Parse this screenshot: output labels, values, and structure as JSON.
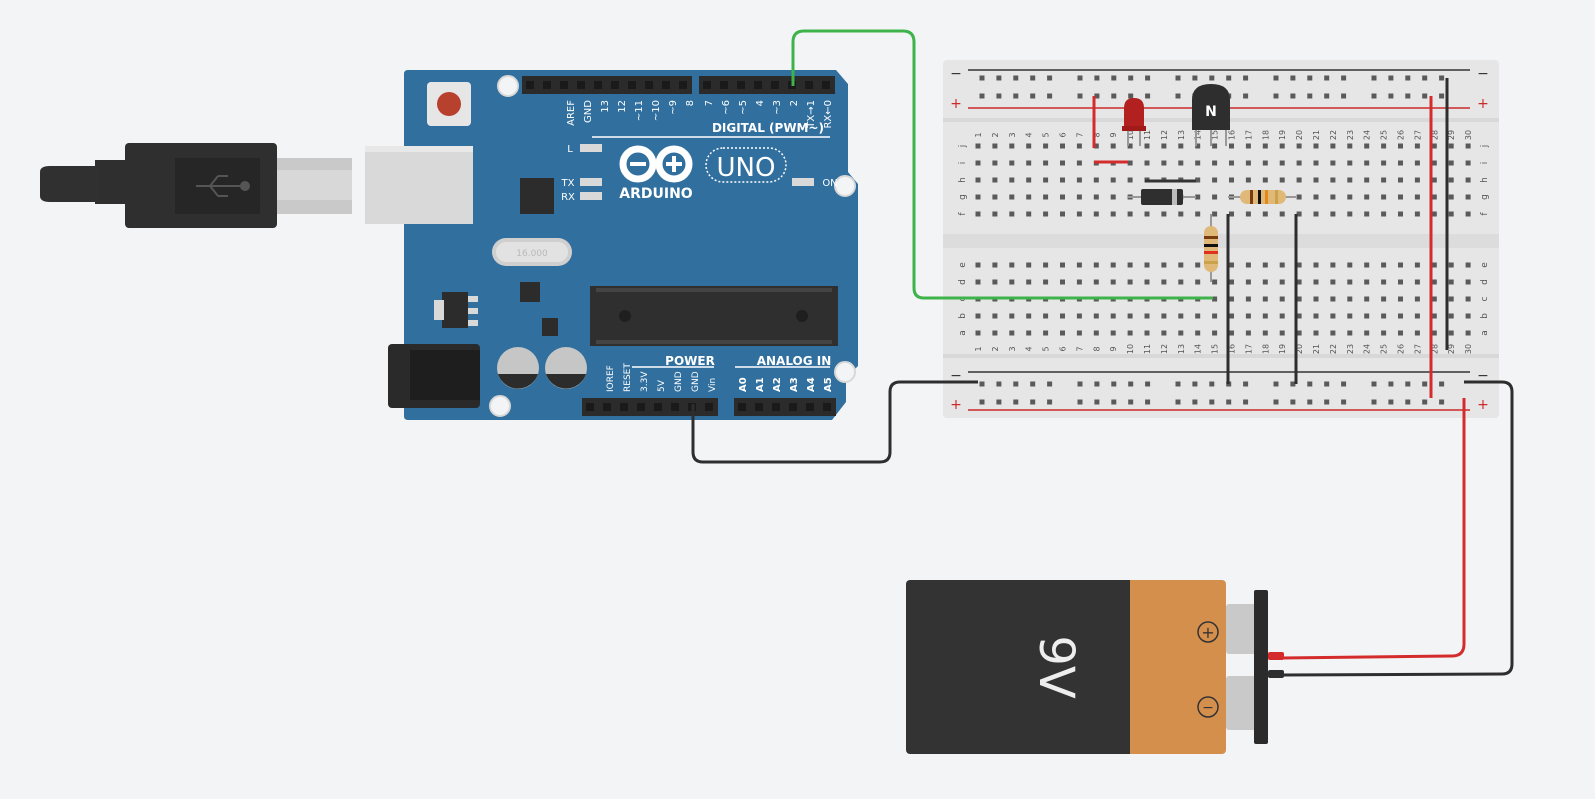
{
  "colors": {
    "background": "#f3f4f6",
    "board_blue": "#306f9e",
    "header_black": "#2b2b2b",
    "wire_green": "#3db34a",
    "wire_red": "#d42c2c",
    "wire_black": "#2e2e2e",
    "breadboard": "#e5e5e5",
    "battery_body": "#333333",
    "battery_cap": "#d58f4d",
    "led_red": "#b32020"
  },
  "arduino": {
    "digital_pins": [
      "AREF",
      "GND",
      "13",
      "12",
      "~11",
      "~10",
      "~9",
      "8",
      "7",
      "~6",
      "~5",
      "4",
      "~3",
      "2",
      "TX→1",
      "RX←0"
    ],
    "digital_label": "DIGITAL (PWM~)",
    "brand": "ARDUINO",
    "model": "UNO",
    "led_l": "L",
    "led_tx": "TX",
    "led_rx": "RX",
    "led_on": "ON",
    "crystal": "16.000",
    "power_label": "POWER",
    "analog_label": "ANALOG IN",
    "power_pins": [
      "IOREF",
      "RESET",
      "3.3V",
      "5V",
      "GND",
      "GND",
      "Vin"
    ],
    "analog_pins": [
      "A0",
      "A1",
      "A2",
      "A3",
      "A4",
      "A5"
    ],
    "usb_icon": "usb-icon"
  },
  "breadboard": {
    "rail_minus": "−",
    "rail_plus": "+",
    "rows_top": [
      "j",
      "i",
      "h",
      "g",
      "f"
    ],
    "rows_bottom": [
      "e",
      "d",
      "c",
      "b",
      "a"
    ],
    "columns": [
      "1",
      "2",
      "3",
      "4",
      "5",
      "6",
      "7",
      "8",
      "9",
      "10",
      "11",
      "12",
      "13",
      "14",
      "15",
      "16",
      "17",
      "18",
      "19",
      "20",
      "21",
      "22",
      "23",
      "24",
      "25",
      "26",
      "27",
      "28",
      "29",
      "30"
    ]
  },
  "components": {
    "transistor_label": "N",
    "battery_label": "9V",
    "battery_plus": "+",
    "battery_minus": "−"
  }
}
